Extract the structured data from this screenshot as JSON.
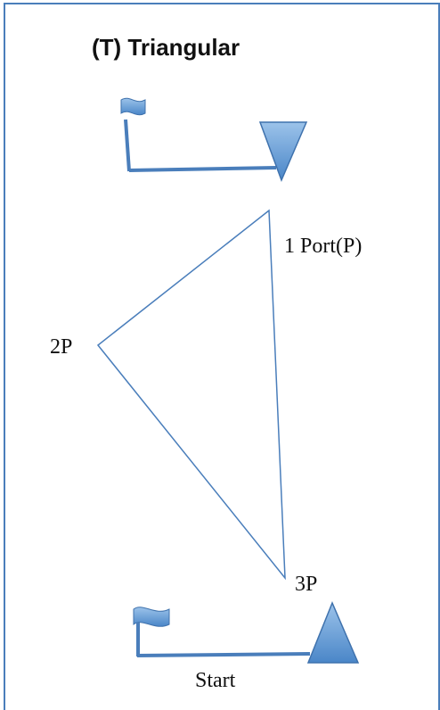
{
  "title": "(T) Triangular",
  "marks": {
    "mark1": "1 Port(P)",
    "mark2": "2P",
    "mark3": "3P"
  },
  "start_label": "Start",
  "colors": {
    "border": "#4a7ebb",
    "line": "#4a7ebb",
    "buoy_fill": "#5b9bd5",
    "flag_fill": "#5b9bd5"
  },
  "icons": [
    "finish-flag-icon",
    "windward-buoy-icon",
    "start-flag-icon",
    "start-buoy-icon"
  ]
}
